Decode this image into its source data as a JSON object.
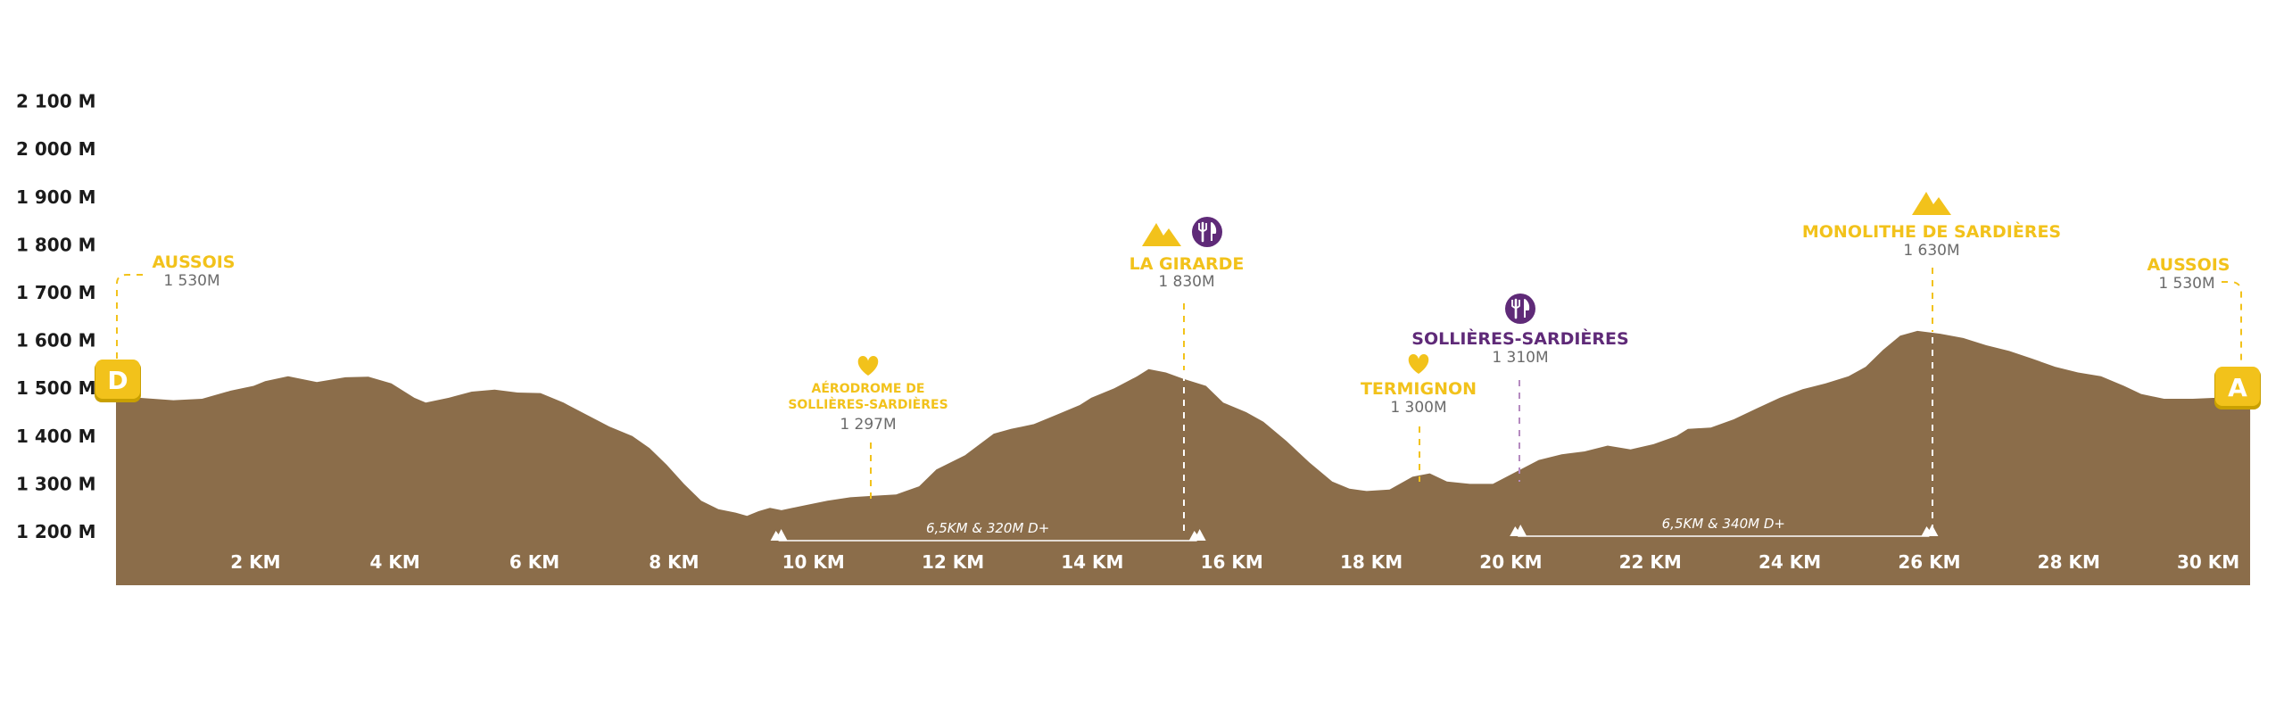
{
  "chart_data": {
    "type": "area",
    "x_unit": "km",
    "y_unit": "m",
    "xlim": [
      0,
      30.6
    ],
    "ylim": [
      1150,
      2100
    ],
    "fill_color": "#8b6d4a",
    "accent_color": "#f2c21b",
    "purple_color": "#5f2a78",
    "y_ticks": [
      {
        "value": 1200,
        "label": "1 200 M"
      },
      {
        "value": 1300,
        "label": "1 300 M"
      },
      {
        "value": 1400,
        "label": "1 400 M"
      },
      {
        "value": 1500,
        "label": "1 500 M"
      },
      {
        "value": 1600,
        "label": "1 600 M"
      },
      {
        "value": 1700,
        "label": "1 700 M"
      },
      {
        "value": 1800,
        "label": "1 800 M"
      },
      {
        "value": 1900,
        "label": "1 900 M"
      },
      {
        "value": 2000,
        "label": "2 000 M"
      },
      {
        "value": 2100,
        "label": "2 100 M"
      }
    ],
    "x_ticks": [
      {
        "value": 2,
        "label": "2 KM"
      },
      {
        "value": 4,
        "label": "4 KM"
      },
      {
        "value": 6,
        "label": "6 KM"
      },
      {
        "value": 8,
        "label": "8 KM"
      },
      {
        "value": 10,
        "label": "10 KM"
      },
      {
        "value": 12,
        "label": "12 KM"
      },
      {
        "value": 14,
        "label": "14 KM"
      },
      {
        "value": 16,
        "label": "16 KM"
      },
      {
        "value": 18,
        "label": "18 KM"
      },
      {
        "value": 20,
        "label": "20 KM"
      },
      {
        "value": 22,
        "label": "22 KM"
      },
      {
        "value": 24,
        "label": "24 KM"
      },
      {
        "value": 26,
        "label": "26 KM"
      },
      {
        "value": 28,
        "label": "28 KM"
      },
      {
        "value": 30,
        "label": "30 KM"
      }
    ],
    "profile": [
      [
        0,
        1500
      ],
      [
        0.4,
        1480
      ],
      [
        1.0,
        1475
      ],
      [
        1.5,
        1478
      ],
      [
        2.0,
        1495
      ],
      [
        2.4,
        1505
      ],
      [
        2.6,
        1515
      ],
      [
        3.0,
        1525
      ],
      [
        3.5,
        1513
      ],
      [
        4.0,
        1523
      ],
      [
        4.4,
        1524
      ],
      [
        4.8,
        1510
      ],
      [
        5.2,
        1480
      ],
      [
        5.4,
        1470
      ],
      [
        5.8,
        1480
      ],
      [
        6.2,
        1493
      ],
      [
        6.6,
        1497
      ],
      [
        7.0,
        1491
      ],
      [
        7.4,
        1490
      ],
      [
        7.8,
        1470
      ],
      [
        8.2,
        1445
      ],
      [
        8.6,
        1420
      ],
      [
        9.0,
        1400
      ],
      [
        9.3,
        1375
      ],
      [
        9.6,
        1340
      ],
      [
        9.9,
        1300
      ],
      [
        10.2,
        1265
      ],
      [
        10.5,
        1247
      ],
      [
        10.8,
        1240
      ],
      [
        11.0,
        1233
      ],
      [
        11.2,
        1243
      ],
      [
        11.4,
        1250
      ],
      [
        11.6,
        1245
      ],
      [
        12.0,
        1255
      ],
      [
        12.4,
        1265
      ],
      [
        12.8,
        1272
      ],
      [
        13.2,
        1275
      ],
      [
        13.6,
        1278
      ],
      [
        14.0,
        1295
      ],
      [
        14.3,
        1330
      ],
      [
        14.8,
        1360
      ],
      [
        15.3,
        1405
      ],
      [
        15.6,
        1415
      ],
      [
        16.0,
        1425
      ],
      [
        16.4,
        1445
      ],
      [
        16.8,
        1465
      ],
      [
        17.0,
        1480
      ],
      [
        17.4,
        1500
      ],
      [
        17.8,
        1525
      ],
      [
        18.0,
        1540
      ],
      [
        18.3,
        1533
      ],
      [
        18.6,
        1520
      ],
      [
        19.0,
        1505
      ],
      [
        19.3,
        1470
      ],
      [
        19.7,
        1450
      ],
      [
        20.0,
        1430
      ],
      [
        20.4,
        1390
      ],
      [
        20.8,
        1345
      ],
      [
        21.2,
        1305
      ],
      [
        21.5,
        1290
      ],
      [
        21.8,
        1285
      ],
      [
        22.2,
        1288
      ],
      [
        22.6,
        1315
      ],
      [
        22.9,
        1322
      ],
      [
        23.2,
        1305
      ],
      [
        23.6,
        1300
      ],
      [
        24.0,
        1300
      ],
      [
        24.4,
        1325
      ],
      [
        24.8,
        1350
      ],
      [
        25.2,
        1362
      ],
      [
        25.6,
        1368
      ],
      [
        26.0,
        1380
      ],
      [
        26.4,
        1372
      ],
      [
        26.8,
        1383
      ],
      [
        27.2,
        1400
      ],
      [
        27.4,
        1415
      ],
      [
        27.8,
        1418
      ],
      [
        28.2,
        1435
      ],
      [
        28.6,
        1458
      ],
      [
        29.0,
        1480
      ],
      [
        29.4,
        1498
      ],
      [
        29.8,
        1510
      ],
      [
        30.2,
        1525
      ],
      [
        30.5,
        1545
      ],
      [
        30.8,
        1580
      ],
      [
        31.1,
        1610
      ],
      [
        31.4,
        1620
      ],
      [
        31.8,
        1614
      ],
      [
        32.2,
        1605
      ],
      [
        32.6,
        1590
      ],
      [
        33.0,
        1578
      ],
      [
        33.4,
        1562
      ],
      [
        33.8,
        1545
      ],
      [
        34.2,
        1533
      ],
      [
        34.6,
        1525
      ],
      [
        35.0,
        1505
      ],
      [
        35.3,
        1488
      ],
      [
        35.7,
        1478
      ],
      [
        36.2,
        1478
      ],
      [
        36.6,
        1480
      ],
      [
        37.0,
        1495
      ],
      [
        37.2,
        1500
      ]
    ],
    "profile_x_scale": 0.8226,
    "points": [
      {
        "name": "AUSSOIS",
        "elev": "1 530M",
        "km": 0.0
      },
      {
        "name": "AÉRODROME DE",
        "name2": "SOLLIÈRES-SARDIÈRES",
        "elev": "1 297M",
        "km": 10.8
      },
      {
        "name": "LA GIRARDE",
        "elev": "1 830M",
        "km": 15.4
      },
      {
        "name": "TERMIGNON",
        "elev": "1 300M",
        "km": 18.7
      },
      {
        "name": "SOLLIÈRES-SARDIÈRES",
        "elev": "1 310M",
        "km": 20.0
      },
      {
        "name": "MONOLITHE DE SARDIÈRES",
        "elev": "1 630M",
        "km": 26.0
      },
      {
        "name": "AUSSOIS",
        "elev": "1 530M",
        "km": 30.6
      }
    ],
    "segments": [
      {
        "label": "6,5KM & 320M D+",
        "from_km": 9.5,
        "to_km": 15.5
      },
      {
        "label": "6,5KM & 340M D+",
        "from_km": 20.1,
        "to_km": 26.0
      }
    ],
    "markers": {
      "start": "D",
      "end": "A"
    }
  }
}
